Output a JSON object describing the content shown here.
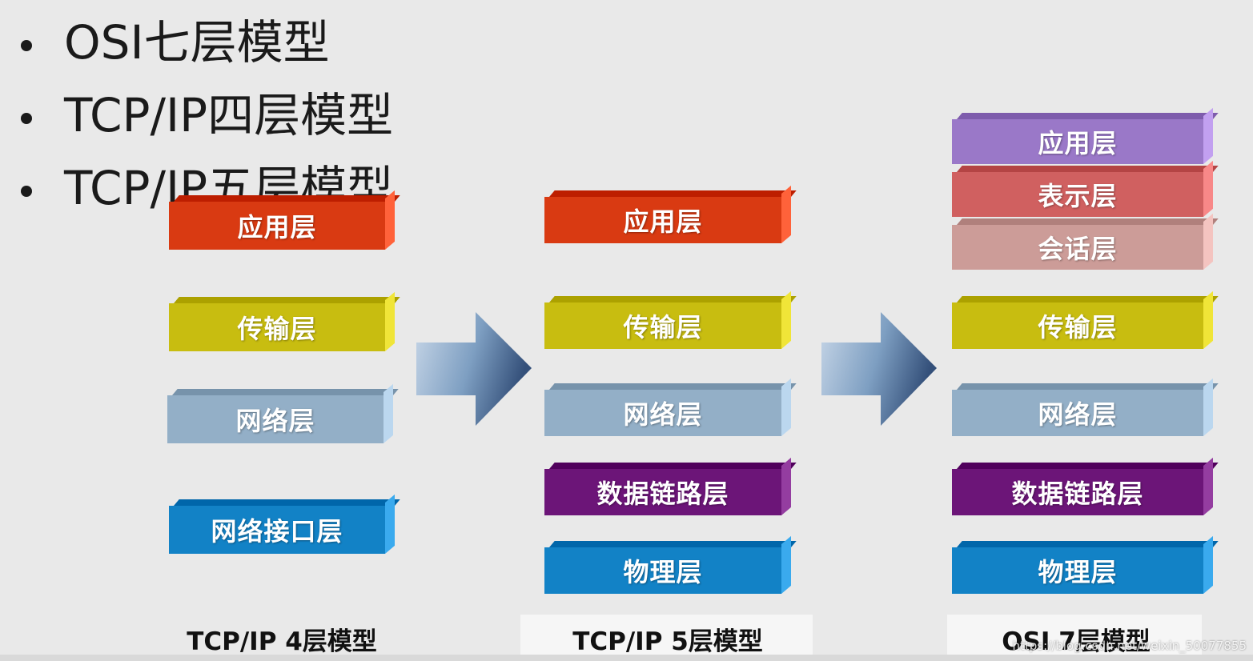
{
  "bullets": [
    "OSI七层模型",
    "TCP/IP四层模型",
    "TCP/IP五层模型"
  ],
  "colors": {
    "application": "#d93a12",
    "transport": "#c8bd10",
    "network": "#93afc7",
    "interface": "#1282c6",
    "datalink": "#6c1578",
    "physical": "#1282c6",
    "presentation": "#d06060",
    "session": "#cc9c98",
    "osi_application": "#9a78c8"
  },
  "columns": [
    {
      "caption": "TCP/IP 4层模型",
      "layers": [
        {
          "label": "应用层",
          "color_key": "application"
        },
        {
          "label": "传输层",
          "color_key": "transport"
        },
        {
          "label": "网络层",
          "color_key": "network"
        },
        {
          "label": "网络接口层",
          "color_key": "interface"
        }
      ]
    },
    {
      "caption": "TCP/IP 5层模型",
      "layers": [
        {
          "label": "应用层",
          "color_key": "application"
        },
        {
          "label": "传输层",
          "color_key": "transport"
        },
        {
          "label": "网络层",
          "color_key": "network"
        },
        {
          "label": "数据链路层",
          "color_key": "datalink"
        },
        {
          "label": "物理层",
          "color_key": "physical"
        }
      ]
    },
    {
      "caption": "OSI 7层模型",
      "layers": [
        {
          "label": "应用层",
          "color_key": "osi_application"
        },
        {
          "label": "表示层",
          "color_key": "presentation"
        },
        {
          "label": "会话层",
          "color_key": "session"
        },
        {
          "label": "传输层",
          "color_key": "transport"
        },
        {
          "label": "网络层",
          "color_key": "network"
        },
        {
          "label": "数据链路层",
          "color_key": "datalink"
        },
        {
          "label": "物理层",
          "color_key": "physical"
        }
      ]
    }
  ],
  "watermark": "https://blog.csdn.net/weixin_50077855"
}
